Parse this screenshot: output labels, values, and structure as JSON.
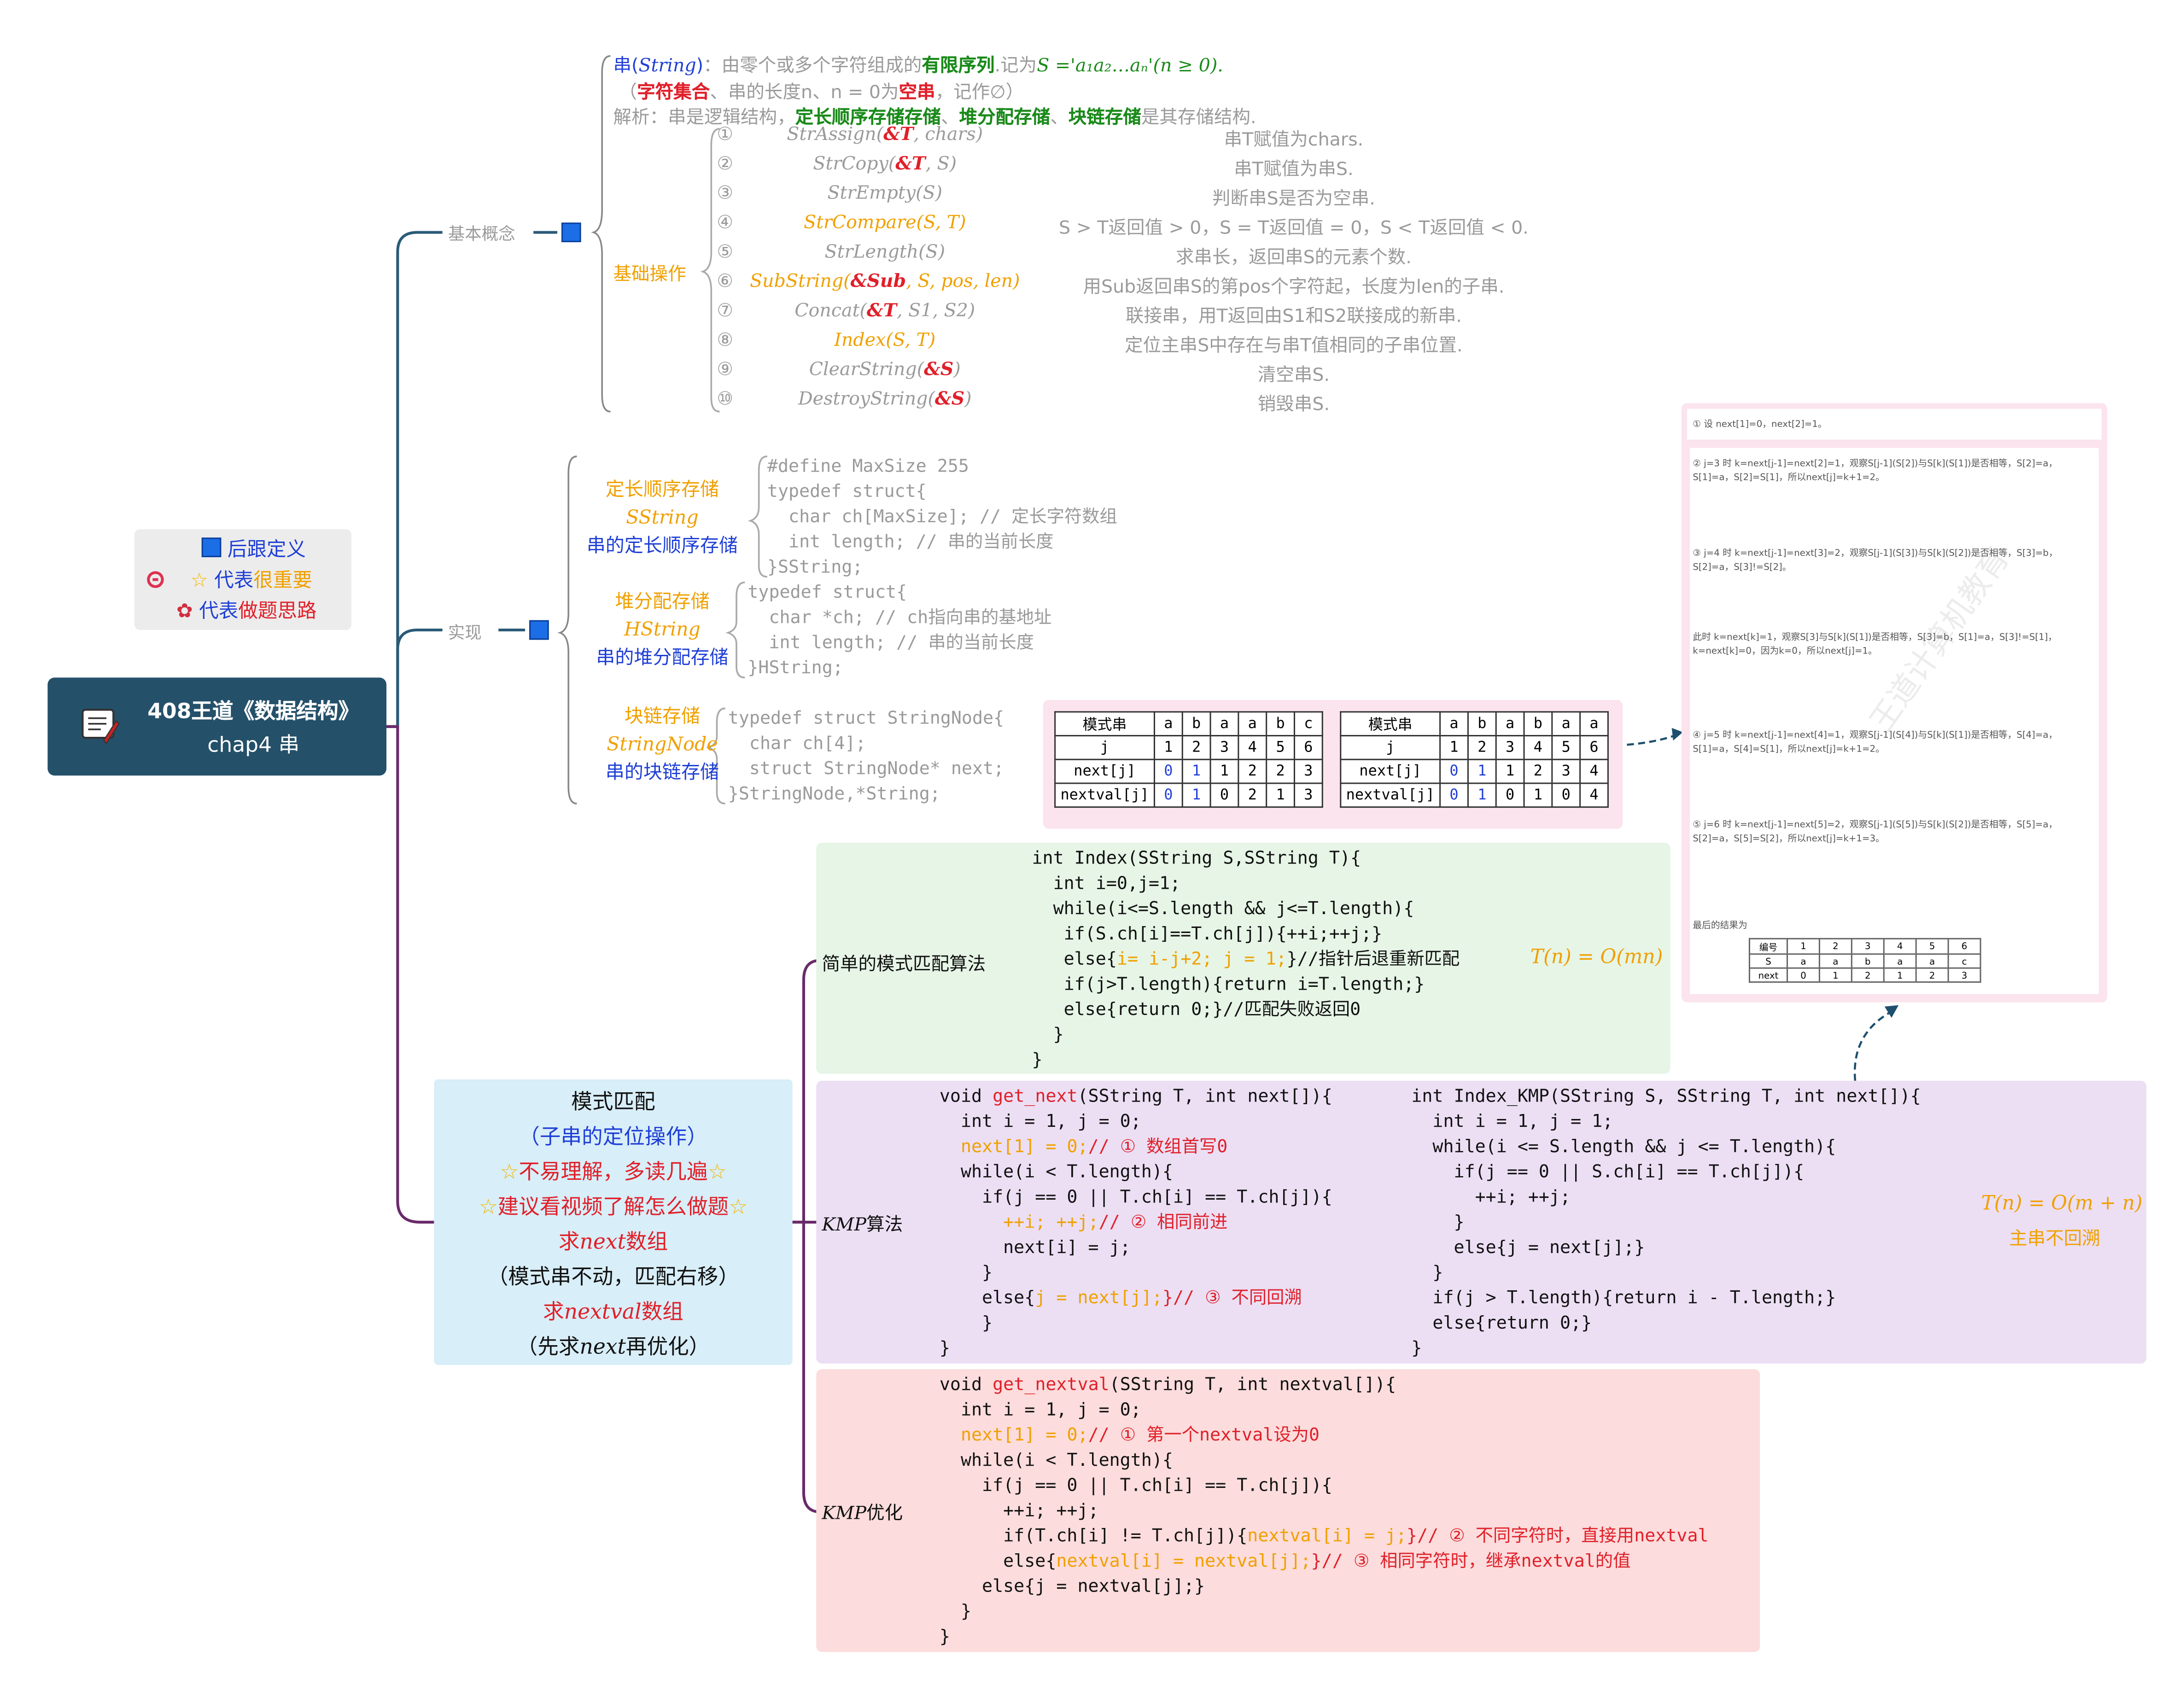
{
  "root": {
    "title_line1": "408王道《数据结构》",
    "title_line2": "chap4 串"
  },
  "legend": {
    "blue_def": "后跟定义",
    "blue_def_a": "后跟",
    "blue_def_b": "定义",
    "star_a": "代表",
    "star_b": "很重要",
    "flower_a": "代表",
    "flower_b": "做题思路"
  },
  "branches": {
    "basic": "基本概念",
    "impl": "实现"
  },
  "basic": {
    "def_a": "串(",
    "def_b": "String",
    "def_c": ")",
    "def_d": "：由零个或多个字符组成的",
    "def_e": "有限序列",
    "def_f": ".记为",
    "def_formula": "S ='a₁a₂…aₙ'(n ≥ 0).",
    "line2_a": "（",
    "line2_b": "字符集合",
    "line2_c": "、串的长度n、n = 0为",
    "line2_d": "空串",
    "line2_e": "，记作∅）",
    "line3_a": "解析：串是逻辑结构，",
    "line3_b": "定长顺序存储存储",
    "line3_c": "、",
    "line3_d": "堆分配存储",
    "line3_e": "、",
    "line3_f": "块链存储",
    "line3_g": "是其存储结构.",
    "ops_label": "基础操作",
    "ops": [
      {
        "n": "①",
        "fa": "StrAssign(",
        "fb": "&T",
        "fc": ", chars)",
        "desc": "串T赋值为chars."
      },
      {
        "n": "②",
        "fa": "StrCopy(",
        "fb": "&T",
        "fc": ", S)",
        "desc": "串T赋值为串S."
      },
      {
        "n": "③",
        "fa": "StrEmpty(S)",
        "fb": "",
        "fc": "",
        "desc": "判断串S是否为空串."
      },
      {
        "n": "④",
        "fa": "StrCompare(S, T)",
        "fb": "",
        "fc": "",
        "desc": "S > T返回值 > 0，S = T返回值 = 0，S < T返回值 < 0."
      },
      {
        "n": "⑤",
        "fa": "StrLength(S)",
        "fb": "",
        "fc": "",
        "desc": "求串长，返回串S的元素个数."
      },
      {
        "n": "⑥",
        "fa": "SubString(",
        "fb": "&Sub",
        "fc": ", S, pos, len)",
        "desc": "用Sub返回串S的第pos个字符起，长度为len的子串."
      },
      {
        "n": "⑦",
        "fa": "Concat(",
        "fb": "&T",
        "fc": ", S1, S2)",
        "desc": "联接串，用T返回由S1和S2联接成的新串."
      },
      {
        "n": "⑧",
        "fa": "Index(S, T)",
        "fb": "",
        "fc": "",
        "desc": "定位主串S中存在与串T值相同的子串位置."
      },
      {
        "n": "⑨",
        "fa": "ClearString(",
        "fb": "&S",
        "fc": ")",
        "desc": "清空串S."
      },
      {
        "n": "⑩",
        "fa": "DestroyString(",
        "fb": "&S",
        "fc": ")",
        "desc": "销毁串S."
      }
    ]
  },
  "impl": {
    "items": [
      {
        "l1": "定长顺序存储",
        "l2": "SString",
        "l3": "串的定长顺序存储",
        "code": [
          "#define MaxSize 255",
          "typedef struct{",
          "  char ch[MaxSize]; // 定长字符数组",
          "  int length; // 串的当前长度",
          "}SString;"
        ]
      },
      {
        "l1": "堆分配存储",
        "l2": "HString",
        "l3": "串的堆分配存储",
        "code": [
          "typedef struct{",
          "  char *ch; // ch指向串的基地址",
          "  int length; // 串的当前长度",
          "}HString;"
        ]
      },
      {
        "l1": "块链存储",
        "l2": "StringNode",
        "l3": "串的块链存储",
        "code": [
          "typedef struct StringNode{",
          "  char ch[4];",
          "  struct StringNode* next;",
          "}StringNode,*String;"
        ]
      }
    ]
  },
  "pattern": {
    "title": "模式匹配",
    "sub": "（子串的定位操作）",
    "star1": "不易理解，多读几遍",
    "star2": "建议看视频了解怎么做题",
    "next_a": "求",
    "next_b": "next",
    "next_c": "数组",
    "line_move": "（模式串不动，匹配右移）",
    "nextval_a": "求",
    "nextval_b": "nextval",
    "nextval_c": "数组",
    "last_a": "（先求",
    "last_b": "next",
    "last_c": "再优化）",
    "simple_label": "简单的模式匹配算法",
    "simple_complexity": "T(n) = O(mn)",
    "kmp_label_a": "KMP",
    "kmp_label_b": "算法",
    "kmp_complexity": "T(n) = O(m + n)",
    "kmp_note": "主串不回溯",
    "opt_label_a": "KMP",
    "opt_label_b": "优化"
  },
  "code_simple": [
    [
      "int Index(SString S,SString T){"
    ],
    [
      "  int i=0,j=1;"
    ],
    [
      "  while(i<=S.length && j<=T.length){"
    ],
    [
      "   if(S.ch[i]==T.ch[j]){++i;++j;}"
    ],
    [
      "   else{",
      "i= i-j+2; j = 1;",
      "}//指针后退重新匹配"
    ],
    [
      "   if(j>T.length){return i=T.length;}"
    ],
    [
      "   else{return 0;}//匹配失败返回0"
    ],
    [
      "  }"
    ],
    [
      "}"
    ]
  ],
  "code_next": [
    [
      "void ",
      "get_next",
      "(SString T, int next[]){"
    ],
    [
      "  int i = 1, j = 0;"
    ],
    [
      "  ",
      "next[1] = 0;",
      "// ① 数组首写0"
    ],
    [
      "  while(i < T.length){"
    ],
    [
      "    if(j == 0 || T.ch[i] == T.ch[j]){"
    ],
    [
      "      ",
      "++i; ++j;",
      "// ② 相同前进"
    ],
    [
      "      next[i] = j;"
    ],
    [
      "    }"
    ],
    [
      "    else{",
      "j = next[j];",
      "}// ③ 不同回溯"
    ],
    [
      "    }"
    ],
    [
      "}"
    ]
  ],
  "code_kmp": [
    "int Index_KMP(SString S, SString T, int next[]){",
    "  int i = 1, j = 1;",
    "  while(i <= S.length && j <= T.length){",
    "    if(j == 0 || S.ch[i] == T.ch[j]){",
    "      ++i; ++j;",
    "    }",
    "    else{j = next[j];}",
    "  }",
    "  if(j > T.length){return i - T.length;}",
    "  else{return 0;}",
    "}"
  ],
  "code_nextval": [
    [
      "void ",
      "get_nextval",
      "(SString T, int nextval[]){"
    ],
    [
      "  int i = 1, j = 0;"
    ],
    [
      "  ",
      "next[1] = 0;",
      "// ① 第一个nextval设为0"
    ],
    [
      "  while(i < T.length){"
    ],
    [
      "    if(j == 0 || T.ch[i] == T.ch[j]){"
    ],
    [
      "      ++i; ++j;"
    ],
    [
      "      if(T.ch[i] != T.ch[j]){",
      "nextval[i] = j;",
      "}// ② 不同字符时，直接用nextval"
    ],
    [
      "      else{",
      "nextval[i] = nextval[j];",
      "}// ③ 相同字符时，继承nextval的值"
    ],
    [
      "    else{j = nextval[j];}"
    ],
    [
      "  }"
    ],
    [
      "}"
    ]
  ],
  "table1": {
    "rows": [
      {
        "h": "模式串",
        "v": [
          "a",
          "b",
          "a",
          "a",
          "b",
          "c"
        ]
      },
      {
        "h": "j",
        "v": [
          "1",
          "2",
          "3",
          "4",
          "5",
          "6"
        ]
      },
      {
        "h": "next[j]",
        "v": [
          "0",
          "1",
          "1",
          "2",
          "2",
          "3"
        ]
      },
      {
        "h": "nextval[j]",
        "v": [
          "0",
          "1",
          "0",
          "2",
          "1",
          "3"
        ]
      }
    ]
  },
  "table2": {
    "rows": [
      {
        "h": "模式串",
        "v": [
          "a",
          "b",
          "a",
          "b",
          "a",
          "a"
        ]
      },
      {
        "h": "j",
        "v": [
          "1",
          "2",
          "3",
          "4",
          "5",
          "6"
        ]
      },
      {
        "h": "next[j]",
        "v": [
          "0",
          "1",
          "1",
          "2",
          "3",
          "4"
        ]
      },
      {
        "h": "nextval[j]",
        "v": [
          "0",
          "1",
          "0",
          "1",
          "0",
          "4"
        ]
      }
    ]
  },
  "side": {
    "top": "① 设 next[1]=0，next[2]=1。",
    "steps": [
      "② j=3 时 k=next[j-1]=next[2]=1，观察S[j-1](S[2])与S[k](S[1])是否相等，S[2]=a，S[1]=a，S[2]=S[1]，所以next[j]=k+1=2。",
      "③ j=4 时 k=next[j-1]=next[3]=2，观察S[j-1](S[3])与S[k](S[2])是否相等，S[3]=b，S[2]=a，S[3]!=S[2]。",
      "此时 k=next[k]=1，观察S[3]与S[k](S[1])是否相等，S[3]=b，S[1]=a，S[3]!=S[1]，k=next[k]=0，因为k=0，所以next[j]=1。",
      "④ j=5 时 k=next[j-1]=next[4]=1，观察S[j-1](S[4])与S[k](S[1])是否相等，S[4]=a，S[1]=a，S[4]=S[1]，所以next[j]=k+1=2。",
      "⑤ j=6 时 k=next[j-1]=next[5]=2，观察S[j-1](S[5])与S[k](S[2])是否相等，S[5]=a，S[2]=a，S[5]=S[2]，所以next[j]=k+1=3。"
    ],
    "result_label": "最后的结果为",
    "result_rows": [
      {
        "h": "编号",
        "v": [
          "1",
          "2",
          "3",
          "4",
          "5",
          "6"
        ]
      },
      {
        "h": "S",
        "v": [
          "a",
          "a",
          "b",
          "a",
          "a",
          "c"
        ]
      },
      {
        "h": "next",
        "v": [
          "0",
          "1",
          "2",
          "1",
          "2",
          "3"
        ]
      }
    ],
    "watermark": "王道计算机教育"
  },
  "colors": {
    "root_bg": "#24506a",
    "legend_bg": "#ececec",
    "branch_line": "#2a5a78",
    "pattern_line": "#6a2a6a",
    "pattern_bg": "#d8eef8",
    "simple_bg": "#e6f5e6",
    "kmp_bg": "#ecdff4",
    "opt_bg": "#fcdcdc",
    "tables_bg": "#fbe4ee",
    "side_bg": "#fbe4ee"
  }
}
